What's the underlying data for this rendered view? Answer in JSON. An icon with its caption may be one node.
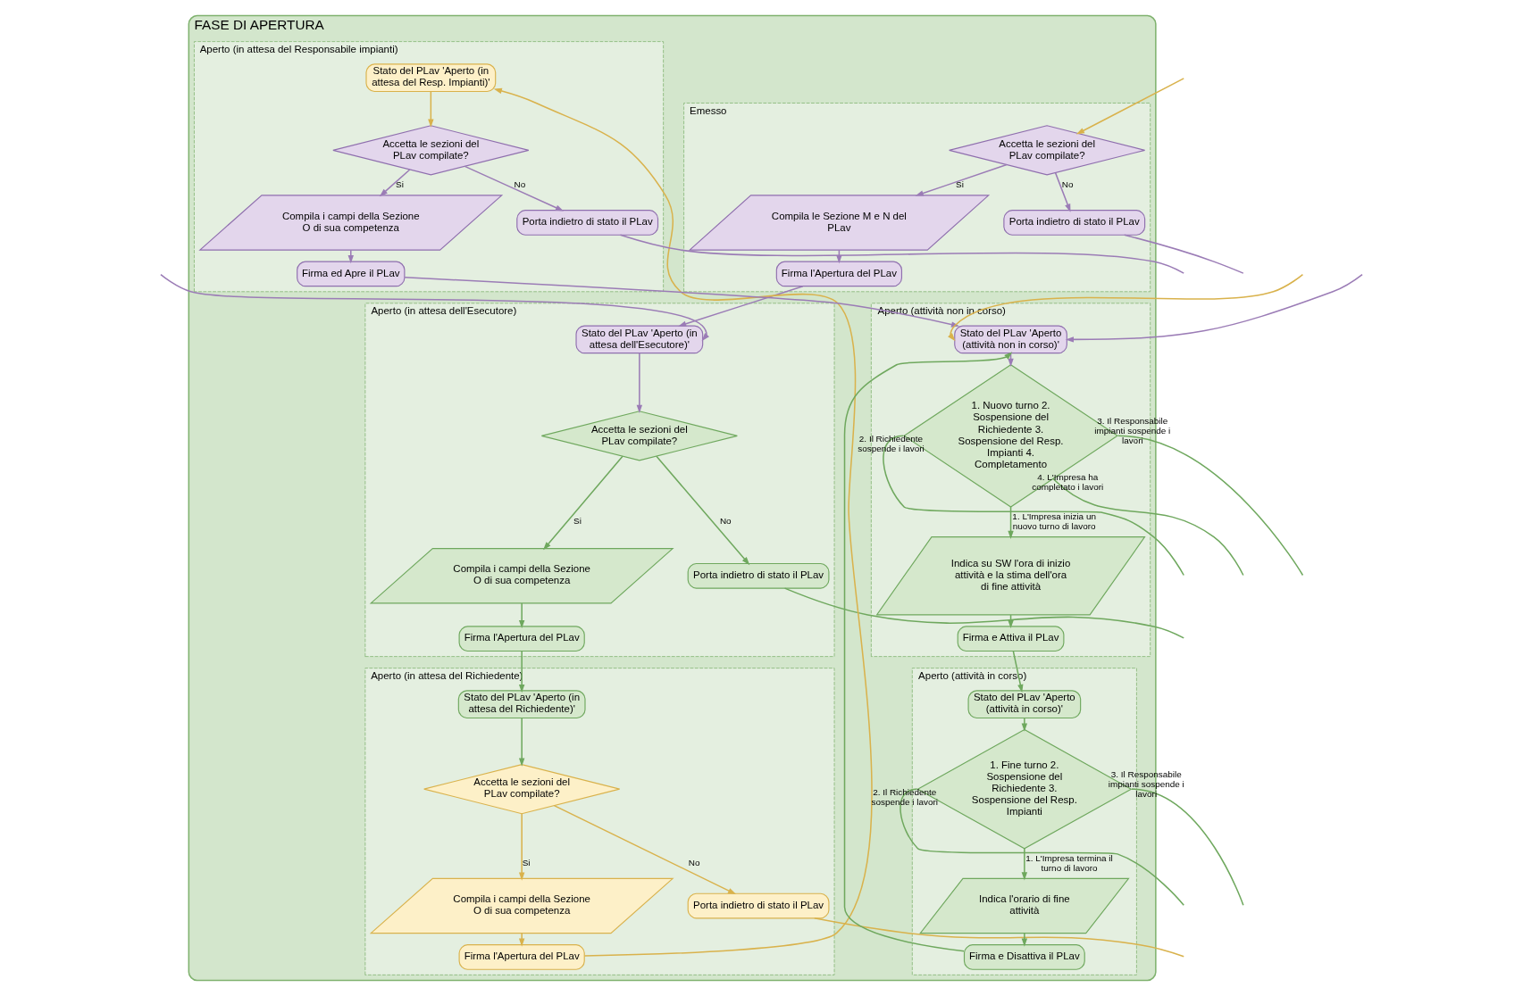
{
  "diagram": {
    "nodes": [
      {
        "text": [
          "FASE DI APERTURA"
        ]
      },
      {
        "text": [
          "Emesso"
        ],
        "in": 0
      },
      {
        "text": [
          "Porta indietro di stato il PLav"
        ],
        "in": 1
      },
      {
        "text": [
          "Accetta le sezioni del PLav compilate?"
        ],
        "in": 1
      },
      {
        "text": [
          "Compila le Sezione M e N del PLav"
        ],
        "in": 1
      },
      {
        "text": [
          "Firma l'Apertura del PLav"
        ],
        "in": 1
      },
      {
        "text": [
          "Aperto (in attesa dell'Esecutore)"
        ],
        "in": 0
      },
      {
        "text": [
          "Porta indietro di stato il PLav"
        ],
        "in": 6
      },
      {
        "text": [
          "Accetta le sezioni del PLav compilate?"
        ],
        "in": 6
      },
      {
        "text": [
          "Compila i campi della Sezione O di sua competenza"
        ],
        "in": 6
      },
      {
        "text": [
          "Firma l'Apertura del PLav"
        ],
        "in": 6
      },
      {
        "text": [
          "Stato del PLav 'Aperto (in attesa dell'Esecutore)'"
        ],
        "in": 6
      },
      {
        "text": [
          "Aperto (in attesa del Richiedente)"
        ],
        "in": 0
      },
      {
        "text": [
          "Porta indietro di stato il PLav"
        ],
        "in": 12
      },
      {
        "text": [
          "Accetta le sezioni del PLav compilate?"
        ],
        "in": 12
      },
      {
        "text": [
          "Compila i campi della Sezione O di sua competenza"
        ],
        "in": 12
      },
      {
        "text": [
          "Firma l'Apertura del PLav"
        ],
        "in": 12
      },
      {
        "text": [
          "Stato del PLav 'Aperto (in attesa del Richiedente)'"
        ],
        "in": 12
      },
      {
        "text": [
          "Aperto (in attesa del Responsabile impianti)"
        ],
        "in": 0
      },
      {
        "text": [
          "Stato del PLav 'Aperto (in attesa del Resp. Impianti)'"
        ],
        "in": 18
      },
      {
        "text": [
          "Porta indietro di stato il PLav"
        ],
        "in": 18
      },
      {
        "text": [
          "Accetta le sezioni del PLav compilate?"
        ],
        "in": 18
      },
      {
        "text": [
          "Compila i campi della Sezione O di sua competenza"
        ],
        "in": 18
      },
      {
        "text": [
          "Firma ed Apre il PLav"
        ],
        "in": 18
      },
      {
        "text": [
          "Aperto (attività non in corso)"
        ],
        "in": 0
      },
      {
        "text": [
          "1. Nuovo turno 2. Sospensione del Richiedente 3. Sospensione del Resp. Impianti 4. Completamento"
        ],
        "in": 24
      },
      {
        "text": [
          "Stato del PLav 'Aperto (attività non in corso)'"
        ],
        "in": 24
      },
      {
        "text": [
          "Indica su SW l'ora di inizio attività e la stima dell'ora di fine attività"
        ],
        "in": 24
      },
      {
        "text": [
          "Firma e Attiva il PLav"
        ],
        "in": 24
      },
      {
        "text": [
          "Aperto (attività in corso)"
        ],
        "in": 0
      },
      {
        "text": [
          "Stato del PLav 'Aperto (attività in corso)'"
        ],
        "in": 29
      },
      {
        "text": [
          "1. Fine turno 2. Sospensione del Richiedente 3. Sospensione del Resp. Impianti"
        ],
        "in": 29
      },
      {
        "text": [
          "Indica l'orario di fine attività"
        ],
        "in": 29
      },
      {
        "text": [
          "Firma e Disattiva il PLav"
        ],
        "in": 29
      }
    ],
    "edges": [
      {
        "from": 2,
        "to": null,
        "arrow": "none",
        "color": "#9b7cb6"
      },
      {
        "from": null,
        "to": 3,
        "arrow": "to",
        "color": "#d9b24c"
      },
      {
        "from": 3,
        "to": 2,
        "arrow": "to",
        "label": "No",
        "color": "#9b7cb6"
      },
      {
        "from": 3,
        "to": 4,
        "arrow": "to",
        "label": "Si",
        "color": "#9b7cb6"
      },
      {
        "from": 4,
        "to": 5,
        "arrow": "to",
        "color": "#9b7cb6"
      },
      {
        "from": 5,
        "to": 11,
        "arrow": "to",
        "color": "#9b7cb6"
      },
      {
        "from": 7,
        "to": null,
        "arrow": "none"
      },
      {
        "from": 11,
        "to": 8,
        "arrow": "to",
        "color": "#9b7cb6"
      },
      {
        "from": 8,
        "to": 7,
        "arrow": "to",
        "label": "No"
      },
      {
        "from": 8,
        "to": 9,
        "arrow": "to",
        "label": "Si"
      },
      {
        "from": 9,
        "to": 10,
        "arrow": "to"
      },
      {
        "from": 10,
        "to": 17,
        "arrow": "to"
      },
      {
        "from": null,
        "to": 11,
        "arrow": "to",
        "color": "#9b7cb6"
      },
      {
        "from": 13,
        "to": null,
        "arrow": "none",
        "color": "#d9b24c"
      },
      {
        "from": 17,
        "to": 14,
        "arrow": "to"
      },
      {
        "from": 14,
        "to": 13,
        "arrow": "to",
        "label": "No",
        "color": "#d9b24c"
      },
      {
        "from": 14,
        "to": 15,
        "arrow": "to",
        "label": "Si",
        "color": "#d9b24c"
      },
      {
        "from": 15,
        "to": 16,
        "arrow": "to",
        "color": "#d9b24c"
      },
      {
        "from": 16,
        "to": 19,
        "arrow": "to",
        "color": "#d9b24c"
      },
      {
        "from": 19,
        "to": 21,
        "arrow": "to",
        "color": "#d9b24c"
      },
      {
        "from": 20,
        "to": null,
        "arrow": "none",
        "color": "#9b7cb6"
      },
      {
        "from": 21,
        "to": 20,
        "arrow": "to",
        "label": "No",
        "color": "#9b7cb6"
      },
      {
        "from": 21,
        "to": 22,
        "arrow": "to",
        "label": "Si",
        "color": "#9b7cb6"
      },
      {
        "from": 22,
        "to": 23,
        "arrow": "to",
        "color": "#9b7cb6"
      },
      {
        "from": 23,
        "to": 26,
        "arrow": "to",
        "color": "#9b7cb6"
      },
      {
        "from": null,
        "to": 26,
        "arrow": "to",
        "color": "#d9b24c"
      },
      {
        "from": 26,
        "to": 25,
        "arrow": "to",
        "color": "#9b7cb6"
      },
      {
        "from": 25,
        "to": null,
        "arrow": "none",
        "label": "2. Il Richiedente sospende i lavori"
      },
      {
        "from": 25,
        "to": null,
        "arrow": "none",
        "label": "3. Il Responsabile impianti sospende i lavori"
      },
      {
        "from": 25,
        "to": null,
        "arrow": "none",
        "label": "4. L'Impresa ha completato i lavori"
      },
      {
        "from": 25,
        "to": 27,
        "arrow": "to",
        "label": "1. L'Impresa inizia un nuovo turno di lavoro"
      },
      {
        "from": 27,
        "to": 28,
        "arrow": "to"
      },
      {
        "from": 28,
        "to": 30,
        "arrow": "to"
      },
      {
        "from": 30,
        "to": 31,
        "arrow": "to"
      },
      {
        "from": 31,
        "to": null,
        "arrow": "none",
        "label": "2. Il Richiedente sospende i lavori"
      },
      {
        "from": 31,
        "to": null,
        "arrow": "none",
        "label": "3. Il Responsabile impianti sospende i lavori"
      },
      {
        "from": 31,
        "to": 32,
        "arrow": "to",
        "label": "1. L'Impresa termina il turno di lavoro"
      },
      {
        "from": 32,
        "to": 33,
        "arrow": "to"
      },
      {
        "from": 33,
        "to": 26,
        "arrow": "to"
      },
      {
        "from": null,
        "to": 26,
        "arrow": "to",
        "color": "#9b7cb6"
      }
    ]
  }
}
